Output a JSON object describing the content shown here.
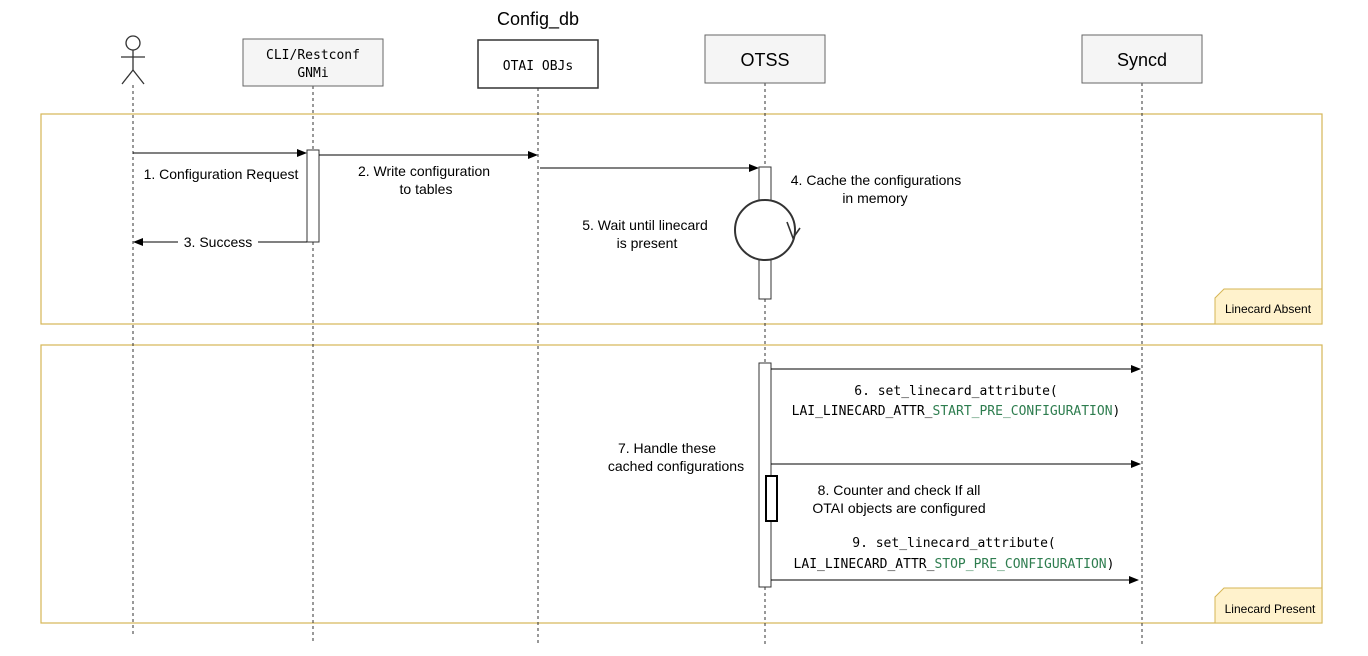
{
  "title": "Config_db",
  "participants": {
    "cli_line1": "CLI/Restconf",
    "cli_line2": "GNMi",
    "otai_objs": "OTAI OBJs",
    "otss": "OTSS",
    "syncd": "Syncd"
  },
  "frames": {
    "absent": "Linecard Absent",
    "present": "Linecard Present"
  },
  "messages": {
    "m1": "1. Configuration Request",
    "m2_line1": "2. Write configuration",
    "m2_line2": "to tables",
    "m3": "3. Success",
    "m4_line1": "4. Cache the configurations",
    "m4_line2": "in memory",
    "m5_line1": "5. Wait until linecard",
    "m5_line2": "is present",
    "m6_line1": "6. set_linecard_attribute(",
    "m6_line2_prefix": "LAI_LINECARD_ATTR_",
    "m6_line2_const": "START_PRE_CONFIGURATION",
    "m6_line2_suffix": ")",
    "m7_line1": "7. Handle these",
    "m7_line2": "cached configurations",
    "m8_line1": "8. Counter and check If all",
    "m8_line2": "OTAI objects are configured",
    "m9_line1": "9. set_linecard_attribute(",
    "m9_line2_prefix": "LAI_LINECARD_ATTR_",
    "m9_line2_const": "STOP_PRE_CONFIGURATION",
    "m9_line2_suffix": ")"
  },
  "colors": {
    "frame_border": "#d6b656",
    "frame_tag_fill": "#fff2cc",
    "participant_fill": "#f5f5f5",
    "participant_border": "#666666",
    "constant_text": "#2e7d4f"
  }
}
